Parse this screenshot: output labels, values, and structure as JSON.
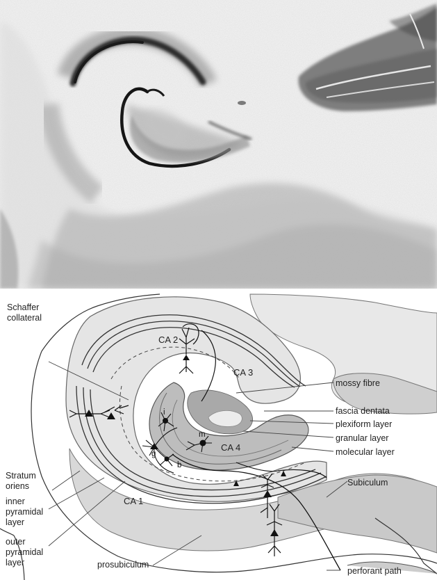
{
  "labels": {
    "schaffer": [
      "Schaffer",
      "collateral"
    ],
    "ca2": "CA 2",
    "ca3": "CA 3",
    "ca4": "CA 4",
    "ca1": "CA 1",
    "mossy": "mossy fibre",
    "fascia": "fascia dentata",
    "plexiform": "plexiform layer",
    "granular": "granular layer",
    "molecular": "molecular layer",
    "subiculum": "Subiculum",
    "stratum": [
      "Stratum",
      "oriens"
    ],
    "inner": [
      "inner",
      "pyramidal",
      "layer"
    ],
    "outer": [
      "outer",
      "pyramidal",
      "layer"
    ],
    "prosubiculum": "prosubiculum",
    "perforant": "perforant path",
    "cell_i": "i",
    "cell_m": "m",
    "cell_g": "g",
    "cell_b": "b"
  }
}
